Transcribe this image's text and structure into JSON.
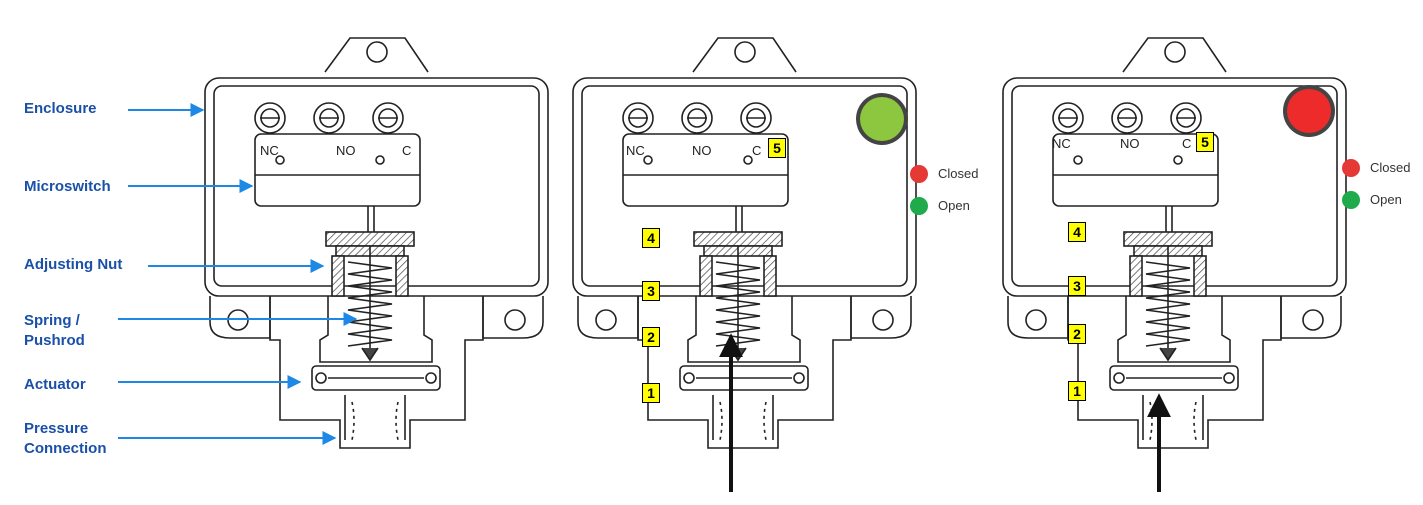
{
  "labels": {
    "enclosure": "Enclosure",
    "microswitch": "Microswitch",
    "adjusting_nut": "Adjusting Nut",
    "spring_line1": "Spring /",
    "spring_line2": "Pushrod",
    "actuator": "Actuator",
    "pressure_line1": "Pressure",
    "pressure_line2": "Connection"
  },
  "terminals": [
    "NC",
    "NO",
    "C"
  ],
  "steps": [
    "1",
    "2",
    "3",
    "4",
    "5"
  ],
  "legend": {
    "closed": "Closed",
    "open": "Open"
  },
  "colors": {
    "label": "#1a50a8",
    "arrow": "#1e88e5",
    "closed": "#e53935",
    "open": "#1faa4b",
    "indicator_green": "#8dc63f",
    "indicator_red": "#ee2b2b",
    "step_box": "#ffff00"
  },
  "indicators": {
    "middle": "green",
    "right": "red"
  }
}
